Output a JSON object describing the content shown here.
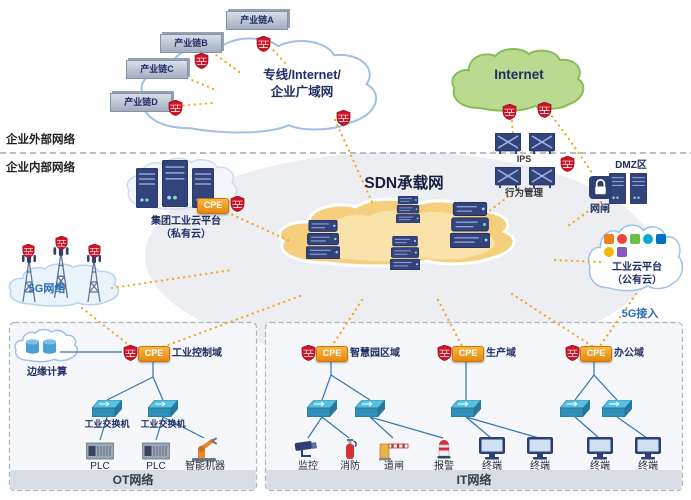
{
  "zones": {
    "external_label": "企业外部网络",
    "internal_label": "企业内部网络"
  },
  "wan_cloud": {
    "title_line1": "专线/Internet/",
    "title_line2": "企业广域网",
    "chains": [
      {
        "label": "产业链A"
      },
      {
        "label": "产业链B"
      },
      {
        "label": "产业链C"
      },
      {
        "label": "产业链D"
      }
    ]
  },
  "internet_cloud": {
    "label": "Internet"
  },
  "sdn": {
    "title": "SDN承载网"
  },
  "private_cloud": {
    "name_line1": "集团工业云平台",
    "name_line2": "（私有云）",
    "cpe_label": "CPE"
  },
  "security_stack": {
    "ips_label": "IPS",
    "behavior_label": "行为管理",
    "dmz_label": "DMZ区",
    "gatekeeper_label": "网闸"
  },
  "public_cloud": {
    "name_line1": "工业云平台",
    "name_line2": "（公有云）",
    "access_label": "5G接入"
  },
  "five_g": {
    "label": "5G网络"
  },
  "ot_network": {
    "title": "OT网络",
    "edge_label": "边缘计算",
    "cpe_label": "CPE",
    "domain_label": "工业控制域",
    "switch_labels": [
      "工业交换机",
      "工业交换机"
    ],
    "device_labels": [
      "PLC",
      "PLC",
      "智能机器"
    ]
  },
  "it_network": {
    "title": "IT网络",
    "domains": [
      {
        "cpe_label": "CPE",
        "label": "智慧园区域"
      },
      {
        "cpe_label": "CPE",
        "label": "生产域"
      },
      {
        "cpe_label": "CPE",
        "label": "办公域"
      }
    ],
    "device_labels": [
      "监控",
      "消防",
      "道闸",
      "报警",
      "终端",
      "终端",
      "终端",
      "终端"
    ]
  },
  "colors": {
    "connector_orange": "#f3a71b",
    "cpe_orange": "#e8880e",
    "shield_red": "#cf1326",
    "navy": "#1f2e64",
    "internet_green": "#bada90",
    "sdn_cloud_yellow": "#f5cf7d",
    "lan_line_blue": "#2f75b5",
    "accent_blue": "#2a6db5"
  }
}
